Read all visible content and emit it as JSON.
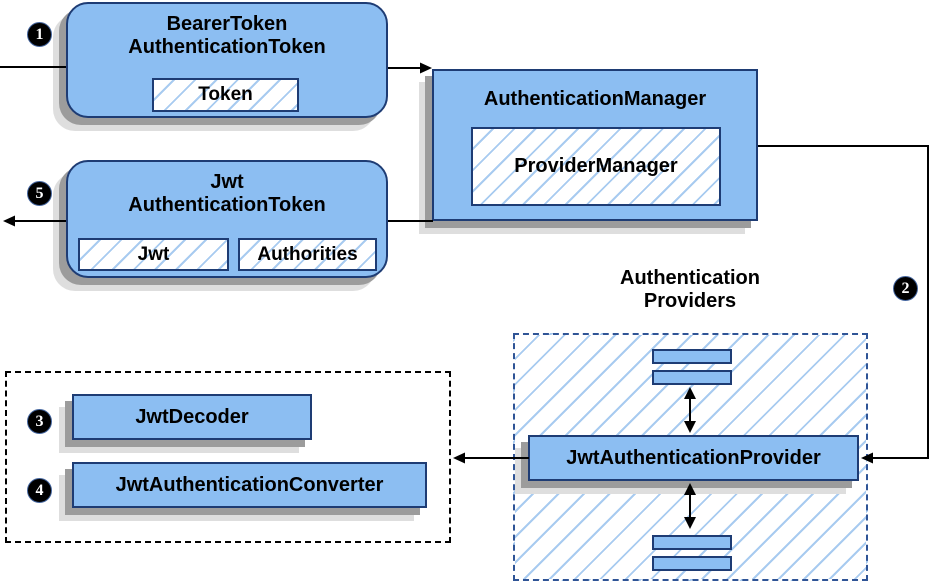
{
  "diagram": {
    "nodes": {
      "bearer_token": {
        "line1": "BearerToken",
        "line2": "AuthenticationToken",
        "field": "Token"
      },
      "auth_manager": {
        "title": "AuthenticationManager",
        "field": "ProviderManager"
      },
      "jwt_token": {
        "line1": "Jwt",
        "line2": "AuthenticationToken",
        "field_jwt": "Jwt",
        "field_authorities": "Authorities"
      },
      "providers_group": {
        "line1": "Authentication",
        "line2": "Providers"
      },
      "jwt_auth_provider": {
        "title": "JwtAuthenticationProvider"
      },
      "jwt_decoder": {
        "title": "JwtDecoder"
      },
      "jwt_auth_converter": {
        "title": "JwtAuthenticationConverter"
      }
    },
    "steps": {
      "s1": "1",
      "s2": "2",
      "s3": "3",
      "s4": "4",
      "s5": "5"
    },
    "colors": {
      "node_fill": "#8CBEF2",
      "node_border": "#1E3C74",
      "hatch_line": "#A8CBF0",
      "dash_border": "#2F5496",
      "shadow_dark": "#9C9C9C",
      "shadow_light": "#DEDEDE"
    }
  }
}
